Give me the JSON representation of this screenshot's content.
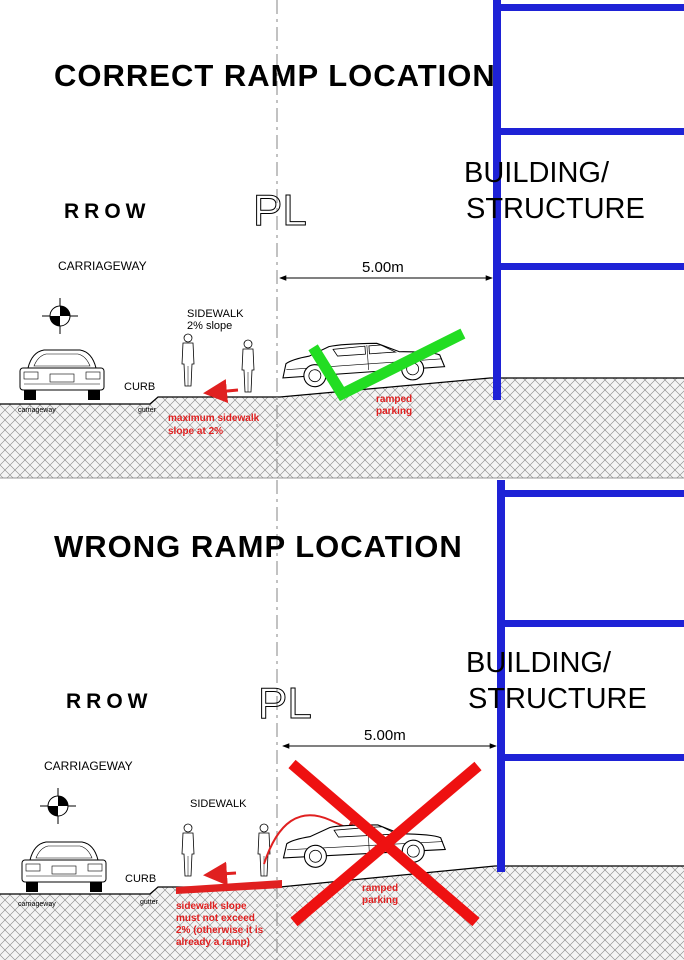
{
  "panels": [
    {
      "title": "CORRECT RAMP LOCATION",
      "rrow": "RROW",
      "pl": "PL",
      "building_line1": "BUILDING/",
      "building_line2": "STRUCTURE",
      "carriageway_label": "CARRIAGEWAY",
      "sidewalk_label": "SIDEWALK",
      "slope_label": "2% slope",
      "curb_label": "CURB",
      "gutter_label": "gutter",
      "carriageway_small": "carriageway",
      "dimension": "5.00m",
      "note_line1": "maximum sidewalk",
      "note_line2": "slope at 2%",
      "ramp_line1": "ramped",
      "ramp_line2": "parking",
      "verdict": "check-mark",
      "verdict_color": "#22dd22"
    },
    {
      "title": "WRONG RAMP LOCATION",
      "rrow": "RROW",
      "pl": "PL",
      "building_line1": "BUILDING/",
      "building_line2": "STRUCTURE",
      "carriageway_label": "CARRIAGEWAY",
      "sidewalk_label": "SIDEWALK",
      "curb_label": "CURB",
      "gutter_label": "gutter",
      "carriageway_small": "carriageway",
      "dimension": "5.00m",
      "note_line1": "sidewalk slope",
      "note_line2": "must not exceed",
      "note_line3": "2% (otherwise it is",
      "note_line4": "already a ramp)",
      "ramp_line1": "ramped",
      "ramp_line2": "parking",
      "verdict": "cross-mark",
      "verdict_color": "#ee1111"
    }
  ],
  "colors": {
    "structure": "#1e22d6",
    "annotation": "#e02020",
    "hatch": "#9a9a9a"
  }
}
